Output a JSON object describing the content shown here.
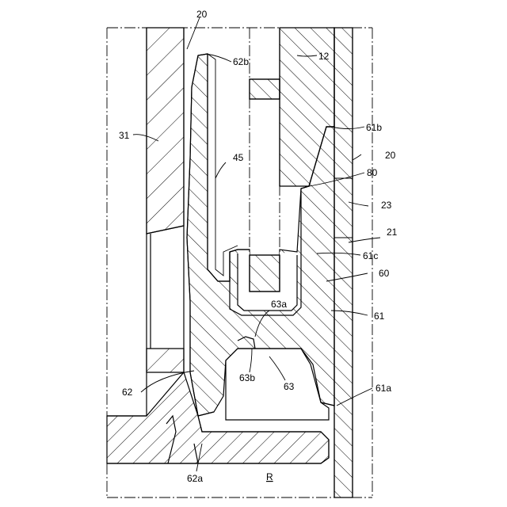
{
  "labels": {
    "l20_top": "20",
    "l62b": "62b",
    "l12": "12",
    "l31": "31",
    "l61b": "61b",
    "l20_right": "20",
    "l45": "45",
    "l80": "80",
    "l23": "23",
    "l21": "21",
    "l61c": "61c",
    "l60": "60",
    "l63a": "63a",
    "l61": "61",
    "l63b": "63b",
    "l63": "63",
    "l62": "62",
    "l61a": "61a",
    "l62a": "62a",
    "lR": "R"
  },
  "colors": {
    "line": "#000000",
    "paper": "#ffffff"
  }
}
